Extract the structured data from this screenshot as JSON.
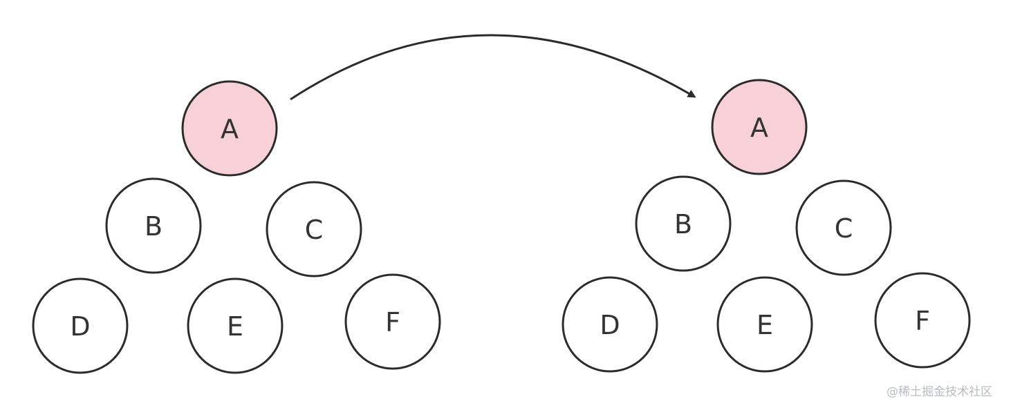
{
  "colors": {
    "highlight": "#f7d1d7",
    "default_fill": "#ffffff",
    "stroke": "#2b2b2b",
    "label": "#333333"
  },
  "trees": [
    {
      "nodes": [
        {
          "label": "A",
          "highlight": true
        },
        {
          "label": "B",
          "highlight": false
        },
        {
          "label": "C",
          "highlight": false
        },
        {
          "label": "D",
          "highlight": false
        },
        {
          "label": "E",
          "highlight": false
        },
        {
          "label": "F",
          "highlight": false
        }
      ]
    },
    {
      "nodes": [
        {
          "label": "A",
          "highlight": true
        },
        {
          "label": "B",
          "highlight": false
        },
        {
          "label": "C",
          "highlight": false
        },
        {
          "label": "D",
          "highlight": false
        },
        {
          "label": "E",
          "highlight": false
        },
        {
          "label": "F",
          "highlight": false
        }
      ]
    }
  ],
  "arrow": {
    "from": "left-tree-A",
    "to": "right-tree-A"
  },
  "watermark": "@稀土掘金技术社区"
}
